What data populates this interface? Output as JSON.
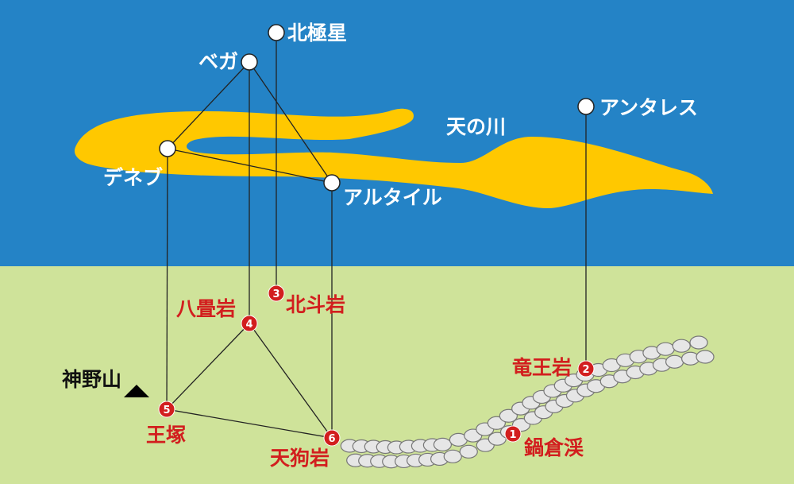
{
  "colors": {
    "sky": "#2483c6",
    "ground": "#cfe39a",
    "milky_way": "#ffc800",
    "line": "#222222",
    "star": "#ffffff",
    "marker": "#d21e1e",
    "stone_fill": "#e6e6e6",
    "stone_stroke": "#777777",
    "mountain": "#000000"
  },
  "stars": {
    "polaris": "北極星",
    "vega": "ベガ",
    "deneb": "デネブ",
    "altair": "アルタイル",
    "antares": "アンタレス"
  },
  "milky_way_label": "天の川",
  "mountain_label": "神野山",
  "rocks": [
    {
      "num": "1",
      "name": "鍋倉渓"
    },
    {
      "num": "2",
      "name": "竜王岩"
    },
    {
      "num": "3",
      "name": "北斗岩"
    },
    {
      "num": "4",
      "name": "八畳岩"
    },
    {
      "num": "5",
      "name": "王塚"
    },
    {
      "num": "6",
      "name": "天狗岩"
    }
  ]
}
